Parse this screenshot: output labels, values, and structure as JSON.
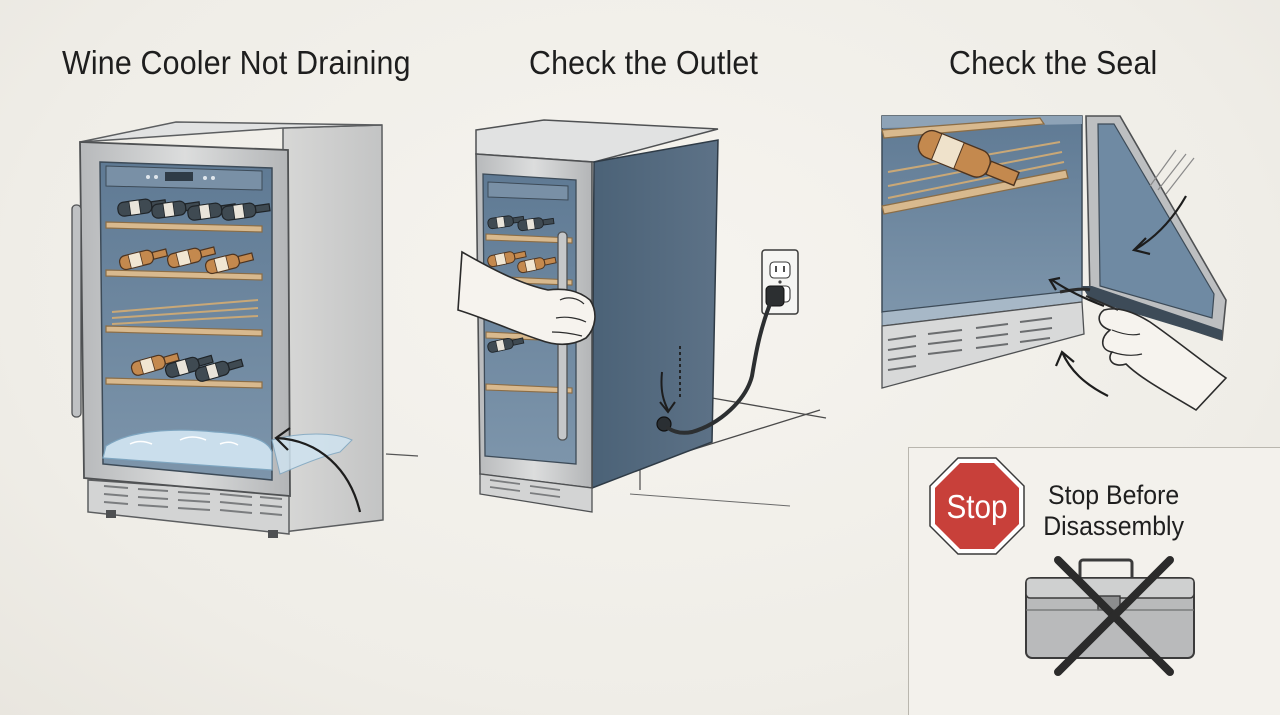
{
  "panels": [
    {
      "title": "Wine Cooler Not Draining"
    },
    {
      "title": "Check the Outlet"
    },
    {
      "title": "Check the Seal"
    }
  ],
  "warning": {
    "sign_text": "Stop",
    "caption_line1": "Stop Before",
    "caption_line2": "Disassembly",
    "sign_color": "#c8403a",
    "icon": "toolbox-crossed-icon"
  },
  "colors": {
    "steel": "#c9cacb",
    "interior": "#6d87a0",
    "shelf_wood": "#d8b98e",
    "bottle": "#c4894e",
    "water": "#cfe3f0"
  }
}
